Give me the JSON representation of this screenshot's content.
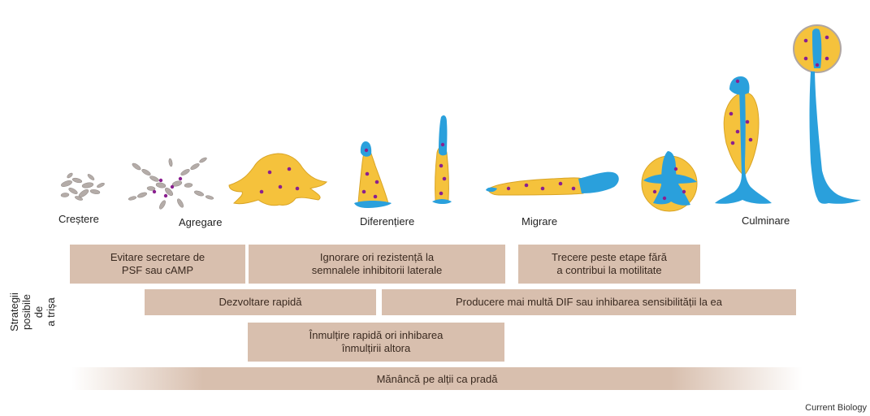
{
  "stages": {
    "crestere": "Creștere",
    "agregare": "Agregare",
    "diferentiere": "Diferențiere",
    "migrare": "Migrare",
    "culminare": "Culminare"
  },
  "side_label": "Strategii posibile de\na trișa",
  "strategies": {
    "s1": "Evitare secretare de\nPSF sau cAMP",
    "s2": "Ignorare ori rezistență la\nsemnalele inhibitorii laterale",
    "s3": "Trecere peste etape fără\na contribui la motilitate",
    "s4": "Dezvoltare rapidă",
    "s5": "Producere mai multă DIF sau inhibarea sensibilității la ea",
    "s6": "Înmulțire rapidă ori inhibarea\nînmulțirii altora",
    "s7": "Mănâncă pe alții ca pradă"
  },
  "credit": "Current Biology",
  "colors": {
    "yellow": "#f5c23c",
    "blue": "#2aa0dc",
    "dot": "#8a1f8f",
    "box": "#d8bfae",
    "amoeba": "#b4aca8"
  }
}
